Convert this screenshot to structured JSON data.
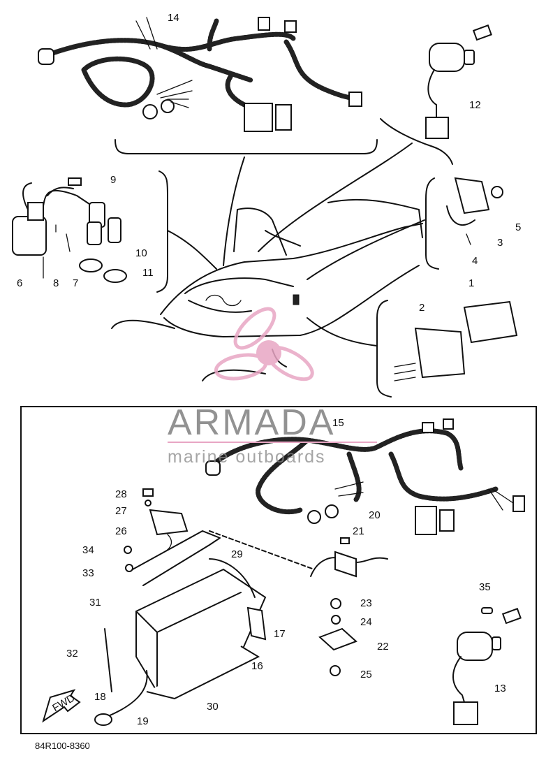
{
  "diagram": {
    "upper_callouts": [
      {
        "id": "p14",
        "label": "14"
      },
      {
        "id": "p12",
        "label": "12"
      },
      {
        "id": "p9",
        "label": "9"
      },
      {
        "id": "p10",
        "label": "10"
      },
      {
        "id": "p11",
        "label": "11"
      },
      {
        "id": "p6",
        "label": "6"
      },
      {
        "id": "p8",
        "label": "8"
      },
      {
        "id": "p7",
        "label": "7"
      },
      {
        "id": "p5",
        "label": "5"
      },
      {
        "id": "p3",
        "label": "3"
      },
      {
        "id": "p4",
        "label": "4"
      },
      {
        "id": "p1",
        "label": "1"
      },
      {
        "id": "p2",
        "label": "2"
      }
    ],
    "lower_callouts": [
      {
        "id": "p15",
        "label": "15"
      },
      {
        "id": "p28",
        "label": "28"
      },
      {
        "id": "p27",
        "label": "27"
      },
      {
        "id": "p26",
        "label": "26"
      },
      {
        "id": "p34",
        "label": "34"
      },
      {
        "id": "p33",
        "label": "33"
      },
      {
        "id": "p31",
        "label": "31"
      },
      {
        "id": "p29",
        "label": "29"
      },
      {
        "id": "p20",
        "label": "20"
      },
      {
        "id": "p21",
        "label": "21"
      },
      {
        "id": "p35",
        "label": "35"
      },
      {
        "id": "p23",
        "label": "23"
      },
      {
        "id": "p24",
        "label": "24"
      },
      {
        "id": "p22",
        "label": "22"
      },
      {
        "id": "p25",
        "label": "25"
      },
      {
        "id": "p17",
        "label": "17"
      },
      {
        "id": "p16",
        "label": "16"
      },
      {
        "id": "p32",
        "label": "32"
      },
      {
        "id": "p18",
        "label": "18"
      },
      {
        "id": "p19",
        "label": "19"
      },
      {
        "id": "p30",
        "label": "30"
      },
      {
        "id": "p13",
        "label": "13"
      }
    ],
    "fwd_label": "FWD",
    "drawing_code": "84R100-8360"
  },
  "watermark": {
    "brand": "ARMADA",
    "tagline": "marine outboards",
    "logo_color": "#e8a6c4",
    "text_color": "#777777"
  }
}
